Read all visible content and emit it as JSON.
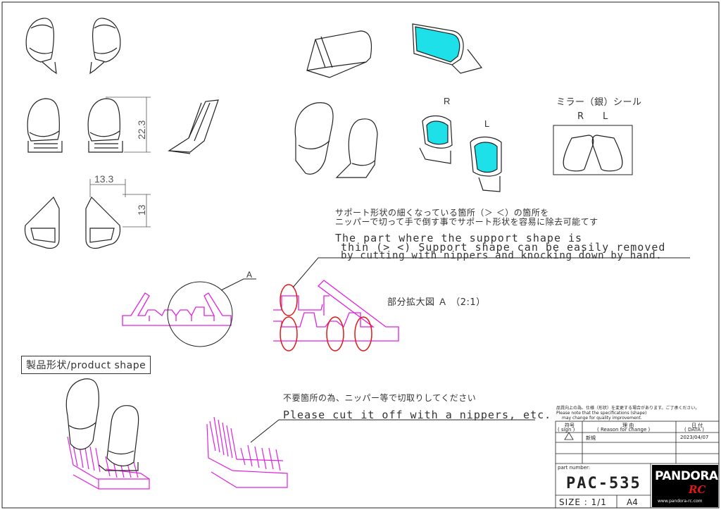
{
  "views": {
    "dim_height": "22.3",
    "dim_width": "13.3",
    "dim_depth": "13"
  },
  "mirror_seal": {
    "title": "ミラー（銀）シール",
    "right": "R",
    "left": "L"
  },
  "view_labels": {
    "right": "R",
    "left": "L"
  },
  "support_note": {
    "jp_line1": "サポート形状の細くなっている箇所（＞ ＜）の箇所を",
    "jp_line2": "ニッパーで切って手で倒す事でサポート形状を容易に除去可能てす",
    "en_line1": "The part where the support shape is",
    "en_line2": "thin (> <) Support shape can be easily removed",
    "en_line3": "by cutting with nippers and knocking down by hand."
  },
  "detail": {
    "callout": "A",
    "title": "部分拡大図 Ａ （2:1）"
  },
  "product_shape_label": "製品形状/product shape",
  "cut_note": {
    "jp": "不要箇所の為、ニッパー等で切取りしてください",
    "en": "Please cut it off with a nippers, etc."
  },
  "title_block": {
    "notice_jp": "品質向上の為、仕様（形状）を変更する場合があります。ご了承ください。",
    "notice_en1": "Please note that the specifications (shape)",
    "notice_en2": "may change for quality improvement.",
    "col_sign_jp": "符号",
    "col_sign_en": "( sign )",
    "col_reason_jp": "理 由",
    "col_reason_en": "( Reason for change )",
    "col_date_jp": "日 付",
    "col_date_en": "( DATA )",
    "row1_reason": "新規",
    "row1_date": "2023/04/07",
    "part_number_label": "part number:",
    "part_number": "PAC-535",
    "size_label": "SIZE : 1/1",
    "paper": "A4",
    "logo_text": "PANDORA",
    "logo_sub": "RC",
    "logo_url": "www.pandora-rc.com"
  },
  "colors": {
    "support_magenta": "#e020e0",
    "mirror_cyan": "#1ee0e8",
    "highlight_red": "#e01818",
    "line": "#222222"
  },
  "icons": {
    "revision_mark": "warning-triangle-icon"
  }
}
